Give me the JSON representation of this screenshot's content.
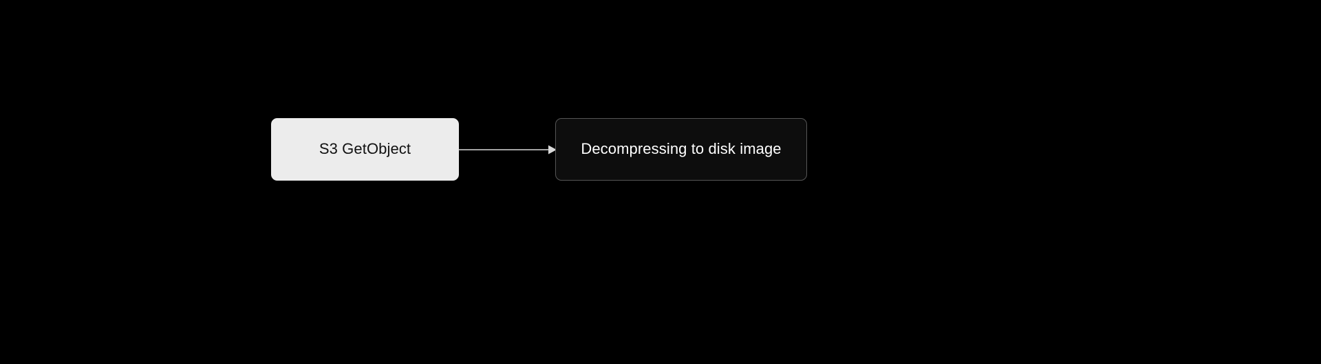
{
  "diagram": {
    "type": "flowchart",
    "orientation": "left-to-right",
    "background_color": "#000000",
    "nodes": [
      {
        "id": "n1",
        "label": "S3 GetObject",
        "style": "filled-light",
        "fill_color": "#ECECEC",
        "text_color": "#111111",
        "border_color": "#ECECEC",
        "shape": "rounded-rectangle"
      },
      {
        "id": "n2",
        "label": "Decompressing to disk image",
        "style": "outlined-dark",
        "fill_color": "#0D0D0D",
        "text_color": "#FFFFFF",
        "border_color": "#565656",
        "shape": "rounded-rectangle"
      }
    ],
    "edges": [
      {
        "id": "e1",
        "from": "n1",
        "to": "n2",
        "label": "",
        "arrowhead": "solid-triangle",
        "line_style": "solid",
        "color": "#D9D9D9"
      }
    ]
  }
}
